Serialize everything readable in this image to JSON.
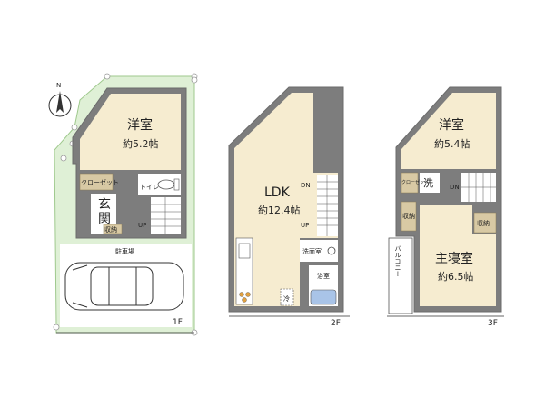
{
  "compass": {
    "north_label": "N"
  },
  "floors": {
    "f1": {
      "label": "1F",
      "rooms": {
        "western": {
          "name": "洋室",
          "area": "約5.2帖"
        },
        "closet": "クローゼット",
        "toilet": "トイレ",
        "entrance_1": "玄",
        "entrance_2": "関",
        "storage": "収納",
        "up": "UP",
        "parking": "駐車場"
      }
    },
    "f2": {
      "label": "2F",
      "rooms": {
        "ldk": {
          "name": "LDK",
          "area": "約12.4帖"
        },
        "dn": "DN",
        "up": "UP",
        "washroom": "洗面室",
        "bath": "浴室",
        "fridge": "冷"
      }
    },
    "f3": {
      "label": "3F",
      "rooms": {
        "western": {
          "name": "洋室",
          "area": "約5.4帖"
        },
        "closet": "クローゼット",
        "wash": "洗",
        "dn": "DN",
        "storage_left": "収納",
        "storage_right": "収納",
        "master": {
          "name": "主寝室",
          "area": "約6.5帖"
        },
        "balcony": "バルコニー"
      }
    }
  },
  "colors": {
    "wall": "#7d7d7d",
    "room": "#f6ecd0",
    "wet": "#ffffff",
    "lot": "#dff0d6",
    "storage": "#d8c9a4",
    "bath": "#a9c4e8"
  }
}
